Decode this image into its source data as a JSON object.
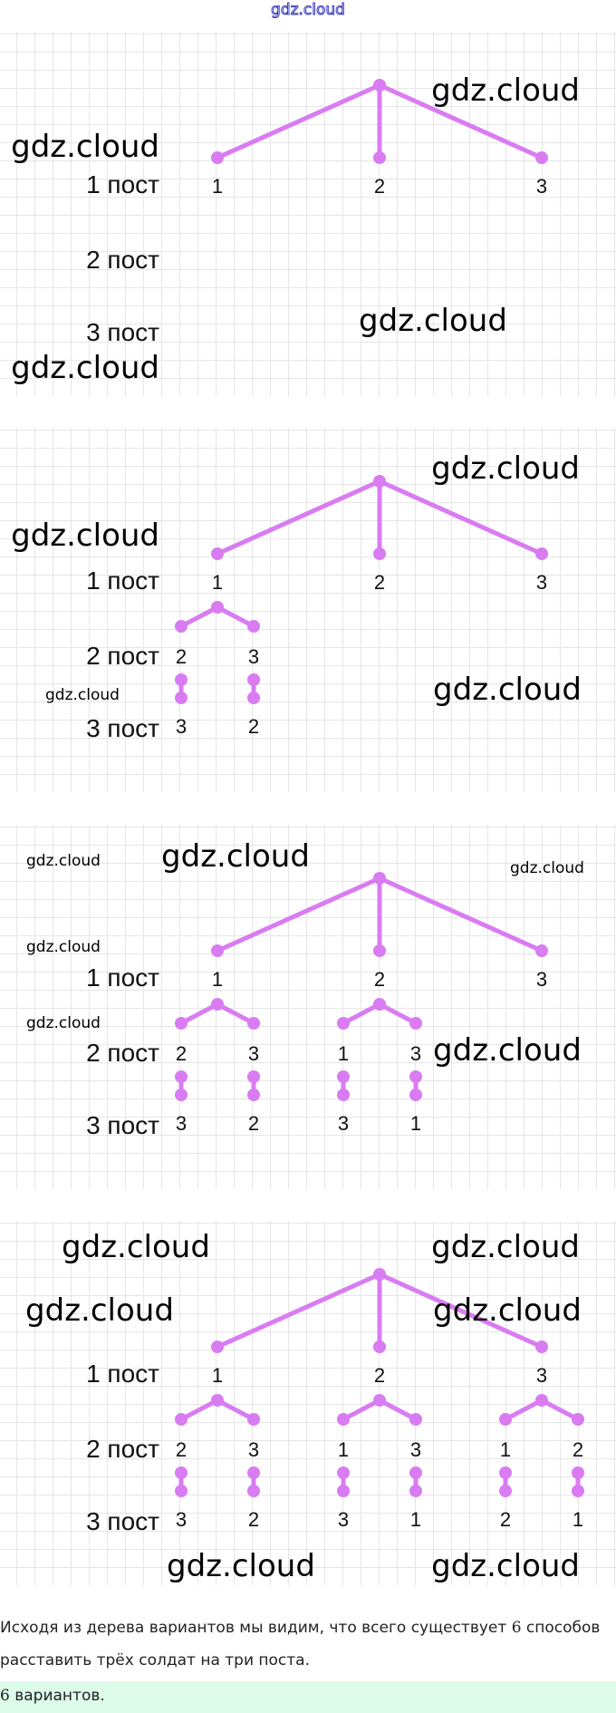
{
  "header": {
    "watermark": "gdz.cloud"
  },
  "colors": {
    "tree": "#d97cf2",
    "grid": "#e6e6e6",
    "answer_bg": "#dcfbe9"
  },
  "labels": {
    "post1": "1 пост",
    "post2": "2 пост",
    "post3": "3 пост"
  },
  "panels": [
    {
      "level1": [
        "1",
        "2",
        "3"
      ],
      "subtrees": [],
      "watermarks": [
        "gdz.cloud",
        "gdz.cloud",
        "gdz.cloud",
        "gdz.cloud"
      ]
    },
    {
      "level1": [
        "1",
        "2",
        "3"
      ],
      "subtrees": [
        {
          "parent": 0,
          "level2": [
            "2",
            "3"
          ],
          "level3": [
            "3",
            "2"
          ]
        }
      ],
      "watermarks": [
        "gdz.cloud",
        "gdz.cloud",
        "gdz.cloud",
        "gdz.cloud"
      ]
    },
    {
      "level1": [
        "1",
        "2",
        "3"
      ],
      "subtrees": [
        {
          "parent": 0,
          "level2": [
            "2",
            "3"
          ],
          "level3": [
            "3",
            "2"
          ]
        },
        {
          "parent": 1,
          "level2": [
            "1",
            "3"
          ],
          "level3": [
            "3",
            "1"
          ]
        }
      ],
      "watermarks": [
        "gdz.cloud",
        "gdz.cloud",
        "gdz.cloud",
        "gdz.cloud",
        "gdz.cloud",
        "gdz.cloud"
      ]
    },
    {
      "level1": [
        "1",
        "2",
        "3"
      ],
      "subtrees": [
        {
          "parent": 0,
          "level2": [
            "2",
            "3"
          ],
          "level3": [
            "3",
            "2"
          ]
        },
        {
          "parent": 1,
          "level2": [
            "1",
            "3"
          ],
          "level3": [
            "3",
            "1"
          ]
        },
        {
          "parent": 2,
          "level2": [
            "1",
            "2"
          ],
          "level3": [
            "2",
            "1"
          ]
        }
      ],
      "watermarks": [
        "gdz.cloud",
        "gdz.cloud",
        "gdz.cloud",
        "gdz.cloud",
        "gdz.cloud",
        "gdz.cloud"
      ]
    }
  ],
  "explanation": {
    "line1_pre": "Исходя из дерева вариантов мы видим, что всего существует ",
    "line1_num": "6",
    "line1_post": " способов",
    "line2": "расставить трёх солдат на три поста."
  },
  "answer": {
    "num": "6",
    "text": " вариантов."
  }
}
